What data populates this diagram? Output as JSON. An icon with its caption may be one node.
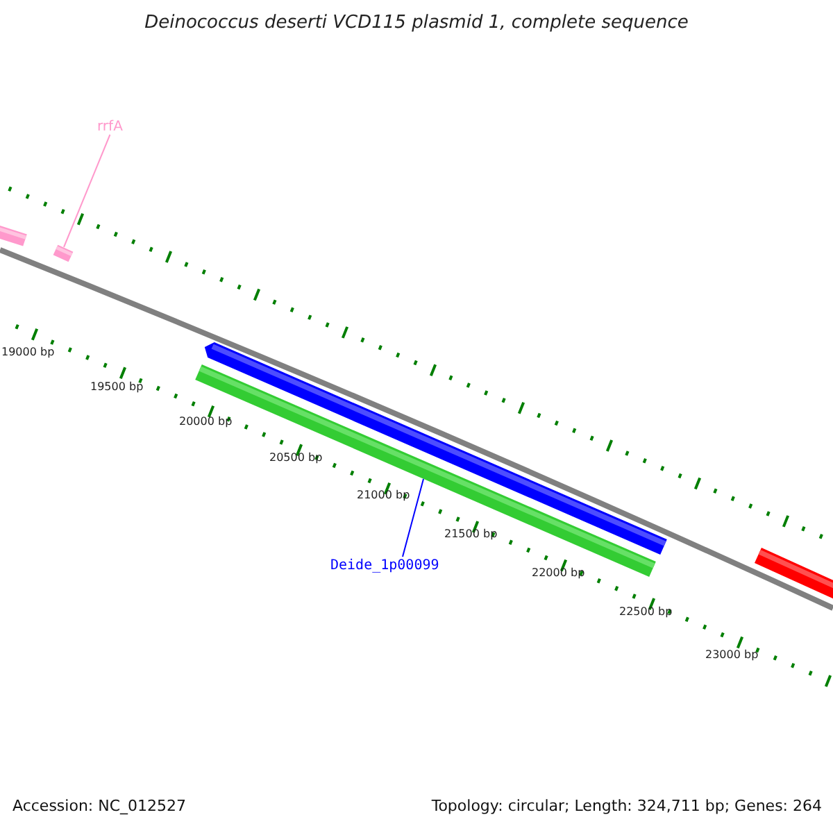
{
  "diagram": {
    "title": "Deinococcus deserti VCD115 plasmid 1, complete sequence",
    "nodes": [
      {
        "text": [
          "rrfA"
        ]
      },
      {
        "text": [],
        "shape": "bar"
      },
      {
        "text": [
          "Deide_1p00099"
        ]
      },
      {
        "text": [],
        "shape": "bar"
      }
    ],
    "edges": [
      {
        "from": 0,
        "to": 1,
        "arrow": "none",
        "color": "#ff99cc"
      },
      {
        "from": 2,
        "to": 3,
        "arrow": "none",
        "color": "#0000ff"
      }
    ],
    "labels": [
      "19000 bp",
      "19500 bp",
      "20000 bp",
      "20500 bp",
      "21000 bp",
      "21500 bp",
      "22000 bp",
      "22500 bp",
      "23000 bp",
      "Accession: NC_012527",
      "Topology: circular; Length: 324,711 bp; Genes: 264"
    ]
  }
}
